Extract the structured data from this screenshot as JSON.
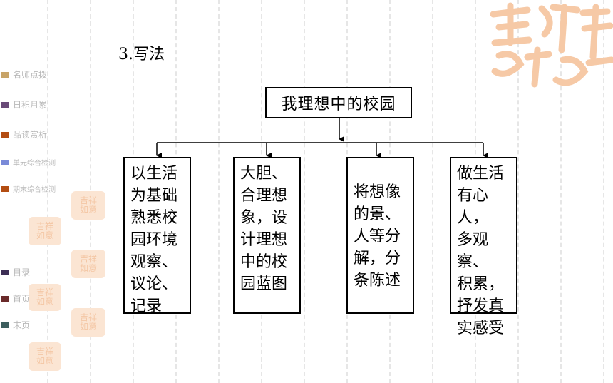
{
  "section": {
    "title": "3.写法"
  },
  "nav": {
    "items": [
      {
        "label": "名师点拨",
        "color": "#c8a468"
      },
      {
        "label": "日积月累",
        "color": "#6a4a78"
      },
      {
        "label": "品读赏析",
        "color": "#b34d12"
      },
      {
        "label": "单元综合检测",
        "color": "#7a8ad8"
      },
      {
        "label": "期末综合检测",
        "color": "#b34d12"
      },
      {
        "label": "目录",
        "color": "#3d2e55"
      },
      {
        "label": "首页",
        "color": "#6a2a2a"
      },
      {
        "label": "末页",
        "color": "#3d5e5e"
      }
    ]
  },
  "diagram": {
    "root": "我理想中的校园",
    "children": [
      {
        "text": "以生活\n为基础\n熟悉校\n园环境\n观察、\n议论、\n记录"
      },
      {
        "text": "大胆、\n合理想\n象，设\n计理想\n中的校\n园蓝图"
      },
      {
        "text": "将想像\n的景、\n人等分\n解，分\n条陈述"
      },
      {
        "text": "做生活\n有心人，\n多观察、\n积累，\n抒发真\n实感受"
      }
    ]
  },
  "decor": {
    "seal_text": "吉祥如意"
  }
}
